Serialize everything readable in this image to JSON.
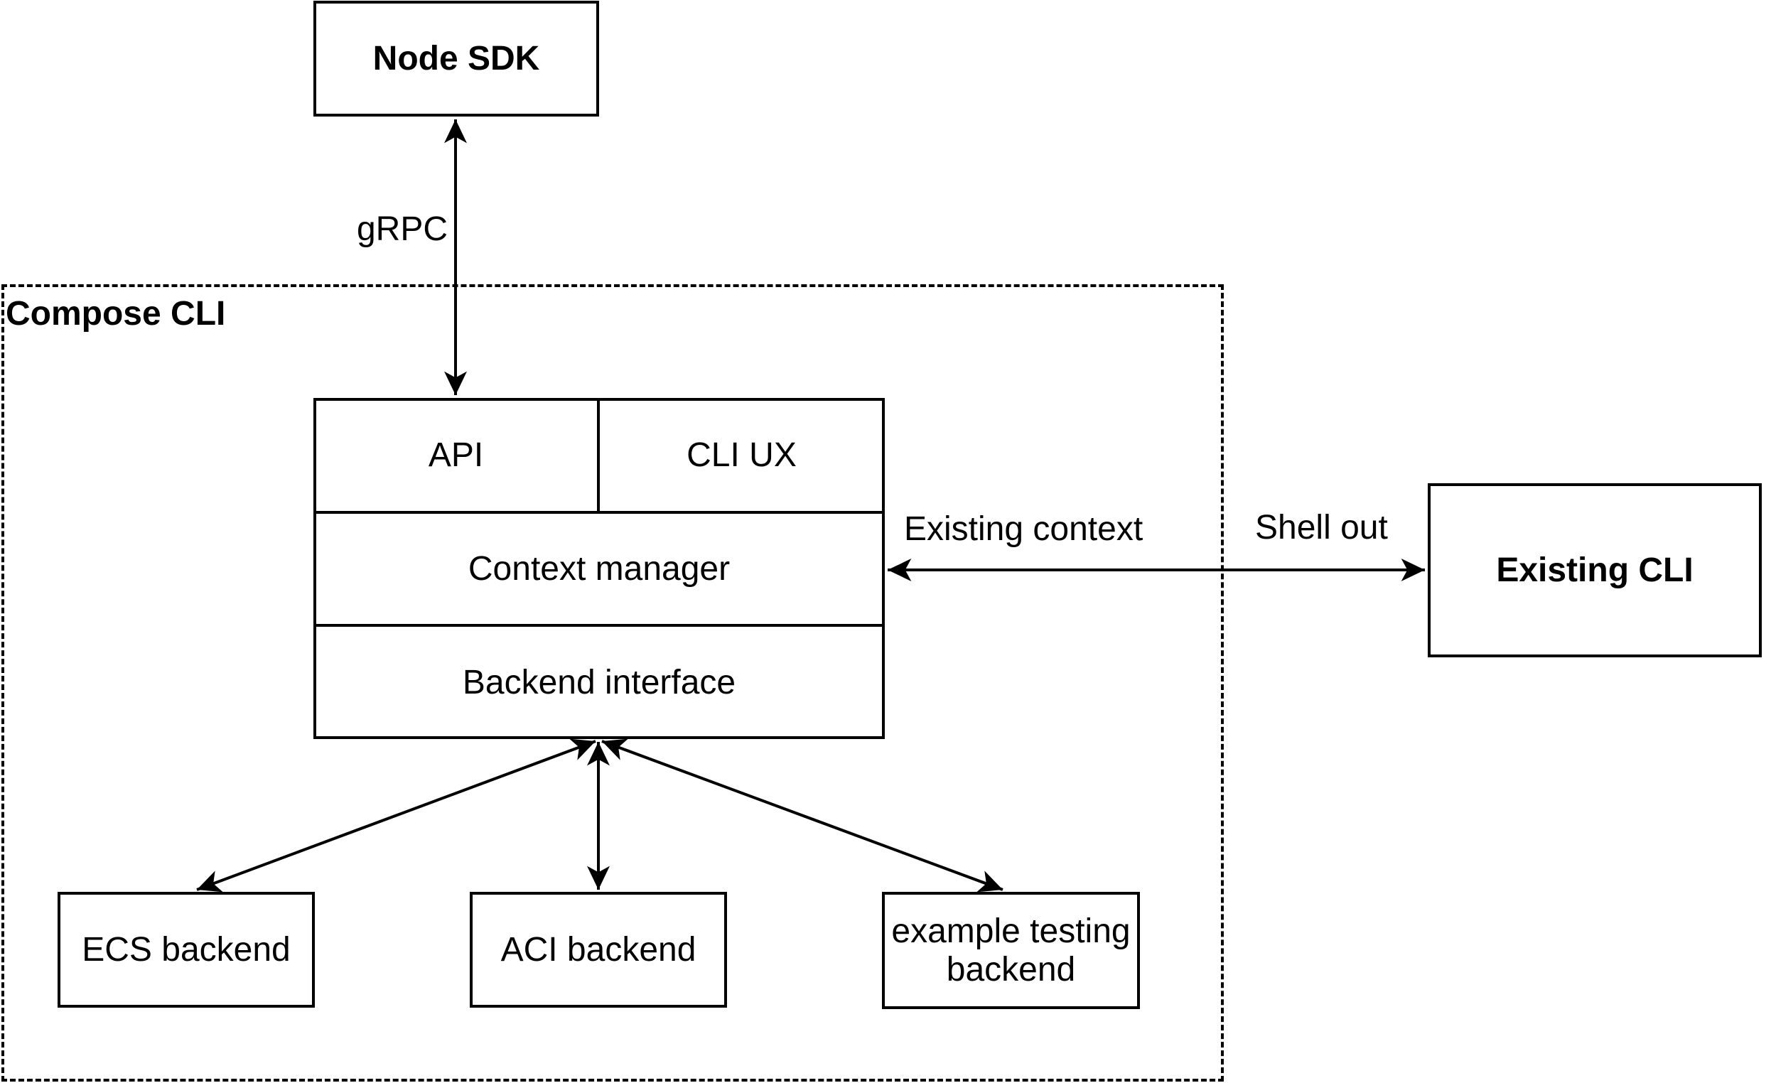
{
  "labels": {
    "node_sdk": "Node SDK",
    "grpc": "gRPC",
    "compose_cli": "Compose CLI",
    "api": "API",
    "cli_ux": "CLI UX",
    "context_manager": "Context manager",
    "backend_interface": "Backend interface",
    "existing_context": "Existing context",
    "shell_out": "Shell out",
    "existing_cli": "Existing CLI",
    "ecs_backend": "ECS backend",
    "aci_backend": "ACI backend",
    "example_testing_backend": "example testing backend"
  },
  "colors": {
    "stroke": "#000000",
    "text": "#000000",
    "background": "#ffffff"
  },
  "connections": [
    {
      "from": "Node SDK",
      "to": "API",
      "label": "gRPC",
      "bidirectional": true
    },
    {
      "from": "Context manager",
      "to": "Existing CLI",
      "labels": [
        "Existing context",
        "Shell out"
      ],
      "bidirectional": true
    },
    {
      "from": "Backend interface",
      "to": "ECS backend",
      "bidirectional": true
    },
    {
      "from": "Backend interface",
      "to": "ACI backend",
      "bidirectional": true
    },
    {
      "from": "Backend interface",
      "to": "example testing backend",
      "bidirectional": true
    }
  ]
}
